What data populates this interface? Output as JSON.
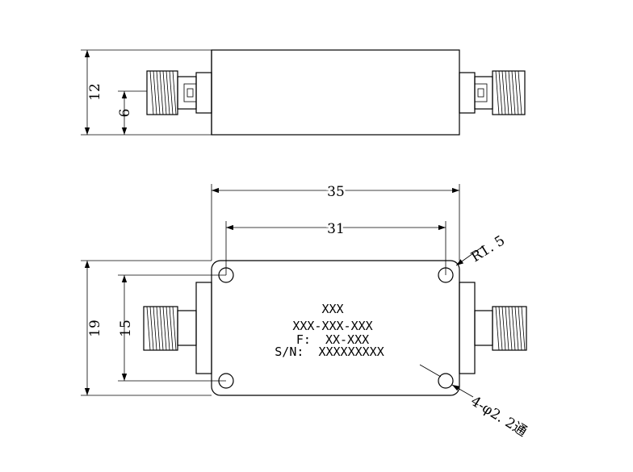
{
  "dimensions": {
    "side_height": "12",
    "side_connector_height": "6",
    "top_length": "35",
    "top_hole_spacing": "31",
    "top_width": "19",
    "top_hole_vertical": "15",
    "corner_radius": "R1. 5",
    "holes": "4-φ2. 2通"
  },
  "label": {
    "line1": "XXX",
    "line2": "XXX-XXX-XXX",
    "line3": "F:  XX-XXX",
    "line4": "S/N:  XXXXXXXXX"
  }
}
